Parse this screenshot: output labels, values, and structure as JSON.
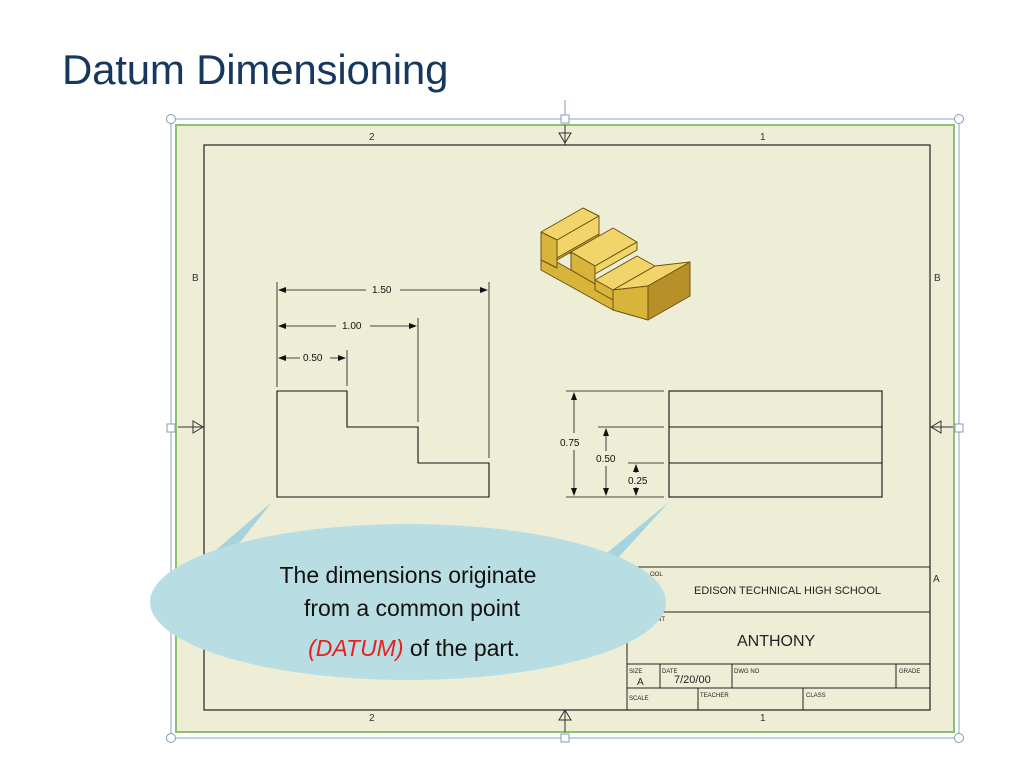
{
  "slide": {
    "title": "Datum Dimensioning"
  },
  "sheet": {
    "zone_top_left": "2",
    "zone_top_right": "1",
    "zone_bottom_left": "2",
    "zone_bottom_right": "1",
    "row_left": "B",
    "row_right": "B",
    "row_a": "A"
  },
  "front_view": {
    "dims": [
      "1.50",
      "1.00",
      "0.50"
    ]
  },
  "side_view": {
    "dims": [
      "0.75",
      "0.50",
      "0.25"
    ]
  },
  "title_block": {
    "school_label": "OOL",
    "school_name": "EDISON TECHNICAL HIGH SCHOOL",
    "student_label": "NT",
    "student_name": "ANTHONY",
    "size_label": "SIZE",
    "size_value": "A",
    "date_label": "DATE",
    "date_value": "7/20/00",
    "dwg_label": "DWG NO",
    "grade_label": "GRADE",
    "scale_label": "SCALE",
    "teacher_label": "TEACHER",
    "class_label": "CLASS"
  },
  "callout": {
    "line1": "The dimensions originate",
    "line2": "from a common point",
    "highlight": "(DATUM)",
    "line3_rest": " of the part."
  },
  "colors": {
    "title": "#17375e",
    "sheet_fill": "#eeeed7",
    "sheet_border": "#8fbf6f",
    "callout_fill": "#b8dee4",
    "callout_pointer": "#a7d3de",
    "highlight_text": "#e8201e",
    "stair_top": "#f2d56a",
    "stair_front": "#d9b43a",
    "stair_side": "#b8902a"
  }
}
